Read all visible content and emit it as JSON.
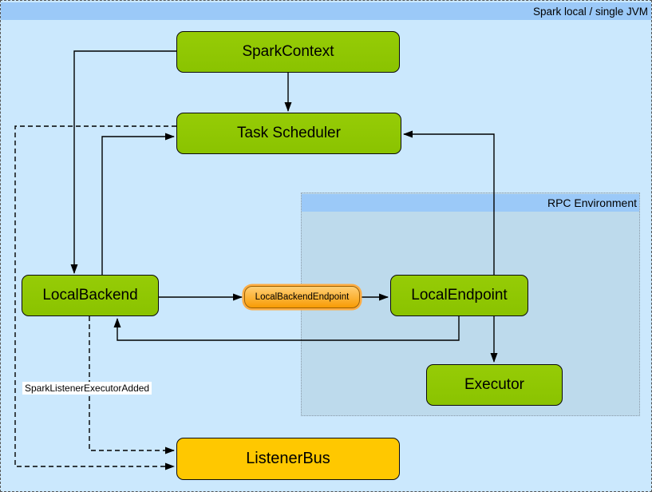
{
  "window": {
    "title": "Spark local / single JVM"
  },
  "regions": {
    "rpc": {
      "label": "RPC Environment",
      "strip_color": "#9BC9F8",
      "fill_color": "#BDDAEC"
    }
  },
  "nodes": {
    "spark_context": {
      "label": "SparkContext",
      "color": "#8DC800"
    },
    "task_scheduler": {
      "label": "Task Scheduler",
      "color": "#8DC800"
    },
    "local_backend": {
      "label": "LocalBackend",
      "color": "#8DC800"
    },
    "local_backend_endpoint": {
      "label": "LocalBackendEndpoint",
      "color": "#F89B04"
    },
    "local_endpoint": {
      "label": "LocalEndpoint",
      "color": "#8DC800"
    },
    "executor": {
      "label": "Executor",
      "color": "#8DC800"
    },
    "listener_bus": {
      "label": "ListenerBus",
      "color": "#FFC800"
    }
  },
  "annotations": {
    "listener_event": "SparkListenerExecutorAdded"
  },
  "edges": [
    {
      "from": "SparkContext",
      "to": "Task Scheduler",
      "style": "solid"
    },
    {
      "from": "SparkContext",
      "to": "LocalBackend",
      "style": "solid"
    },
    {
      "from": "LocalBackend",
      "to": "Task Scheduler",
      "style": "solid"
    },
    {
      "from": "LocalEndpoint",
      "to": "Task Scheduler",
      "style": "solid"
    },
    {
      "from": "LocalBackend",
      "to": "LocalBackendEndpoint",
      "style": "solid"
    },
    {
      "from": "LocalBackendEndpoint",
      "to": "LocalEndpoint",
      "style": "solid"
    },
    {
      "from": "LocalEndpoint",
      "to": "LocalBackend",
      "style": "solid"
    },
    {
      "from": "LocalEndpoint",
      "to": "Executor",
      "style": "solid"
    },
    {
      "from": "Task Scheduler",
      "to": "ListenerBus",
      "style": "dashed"
    },
    {
      "from": "LocalBackend",
      "to": "ListenerBus",
      "style": "dashed",
      "label": "SparkListenerExecutorAdded"
    }
  ],
  "colors": {
    "background": "#CBE8FD",
    "title_strip": "#9BC9F8",
    "node_green": "#8DC800",
    "node_yellow": "#FFC800",
    "pill_orange": "#F89B04",
    "line": "#000000"
  }
}
